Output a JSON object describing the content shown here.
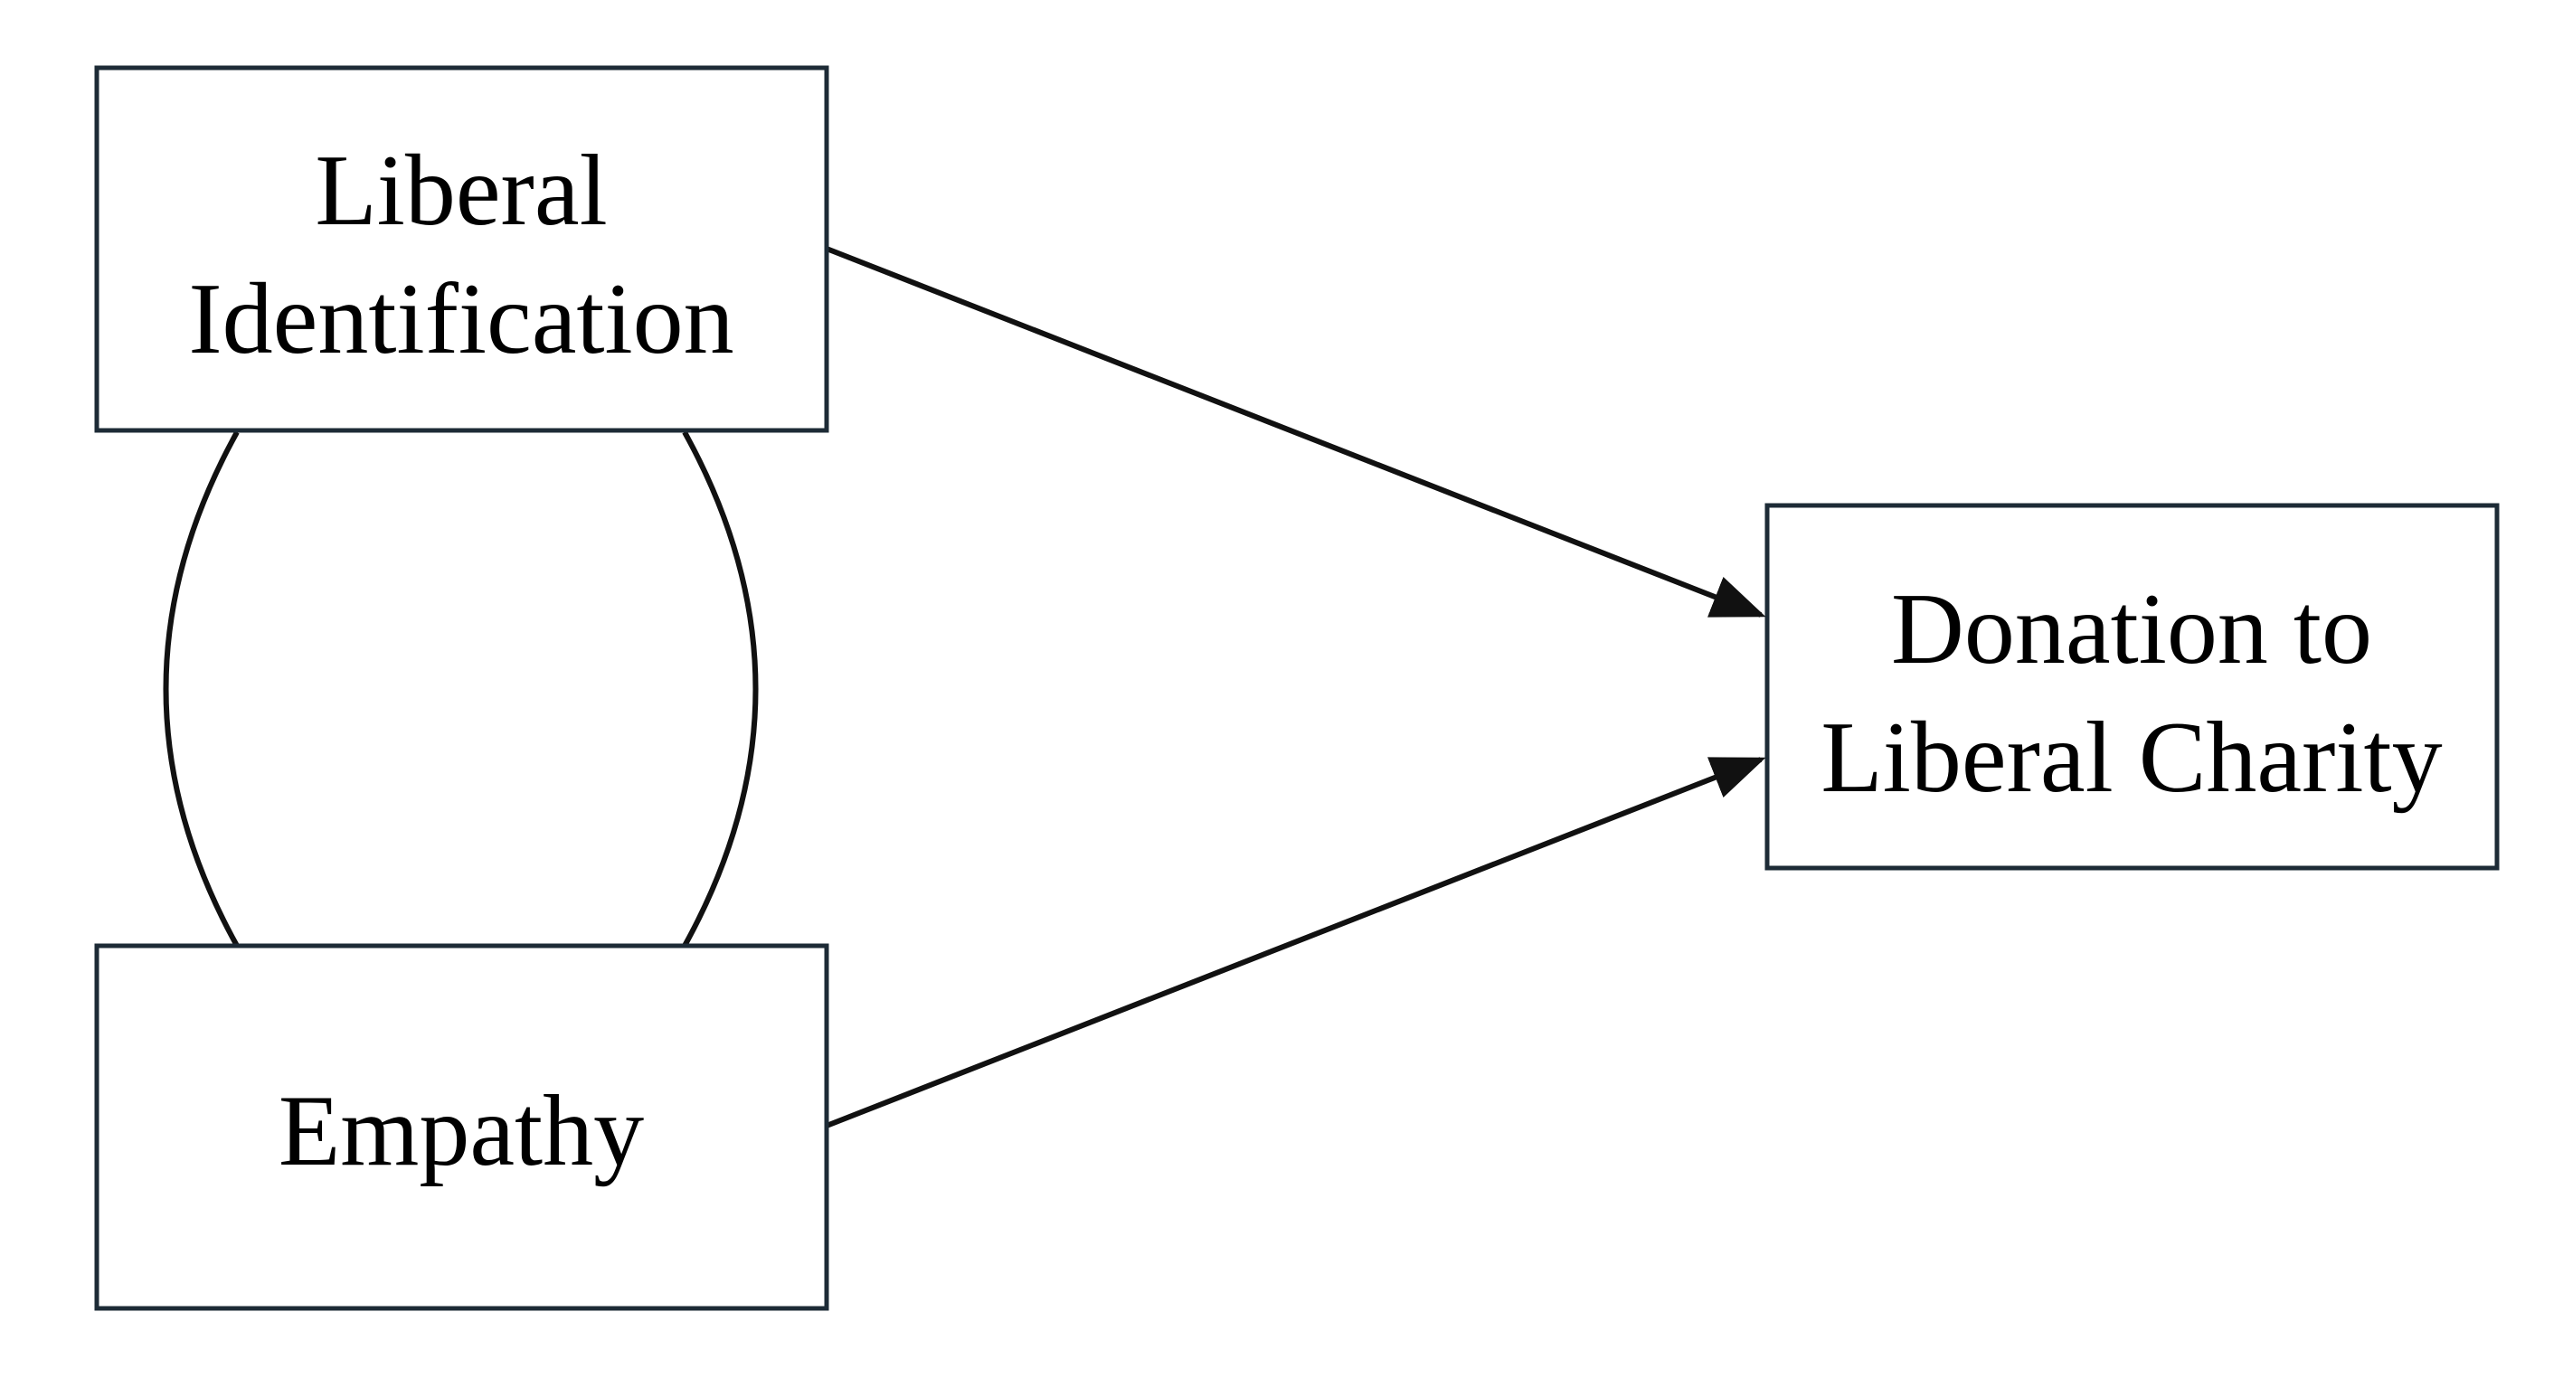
{
  "diagram": {
    "type": "path-model",
    "nodes": {
      "liberal": {
        "line1": "Liberal",
        "line2": "Identification"
      },
      "empathy": {
        "label": "Empathy"
      },
      "donation": {
        "line1": "Donation to",
        "line2": "Liberal Charity"
      }
    },
    "edges": [
      {
        "from": "Liberal Identification",
        "to": "Donation to Liberal Charity",
        "kind": "directed"
      },
      {
        "from": "Empathy",
        "to": "Donation to Liberal Charity",
        "kind": "directed"
      },
      {
        "from": "Liberal Identification",
        "to": "Empathy",
        "kind": "correlation"
      }
    ],
    "colors": {
      "box_stroke": "#1d2b36",
      "arrow": "#111111",
      "text": "#000000",
      "background": "#ffffff"
    }
  }
}
